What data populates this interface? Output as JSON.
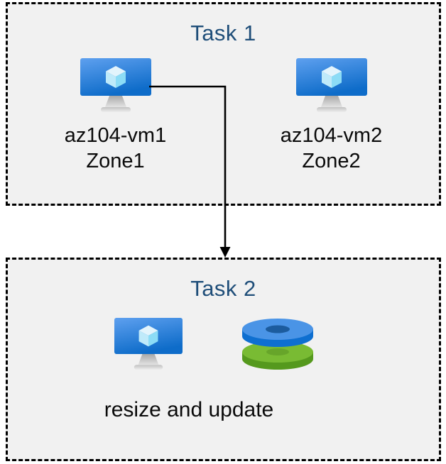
{
  "diagram": {
    "task1": {
      "title": "Task 1",
      "vms": [
        {
          "name": "az104-vm1",
          "zone": "Zone1",
          "icon": "azure-vm-icon"
        },
        {
          "name": "az104-vm2",
          "zone": "Zone2",
          "icon": "azure-vm-icon"
        }
      ]
    },
    "connector": {
      "icon": "elbow-down-arrow",
      "from": "az104-vm1",
      "to": "Task 2"
    },
    "task2": {
      "title": "Task 2",
      "caption": "resize and update",
      "icons": [
        "azure-vm-icon",
        "managed-disks-icon"
      ]
    },
    "colors": {
      "title_text": "#1f4e79",
      "body_text": "#0a0a0a",
      "box_fill": "#f1f1f1",
      "box_border": "#000000",
      "vm_screen_top": "#5ea0ef",
      "vm_screen_bottom": "#0e6cc9",
      "cube_top": "#e3f4fc",
      "cube_left": "#bfeafa",
      "cube_right": "#8cdcf6",
      "stand_gray": "#b5b5b5",
      "disk_blue_top": "#4a94e6",
      "disk_blue_side": "#0e6fd0",
      "disk_blue_hole": "#1c5c9e",
      "disk_green_top": "#79bb33",
      "disk_green_side": "#55991d",
      "disk_green_hole": "#67a52a"
    }
  }
}
